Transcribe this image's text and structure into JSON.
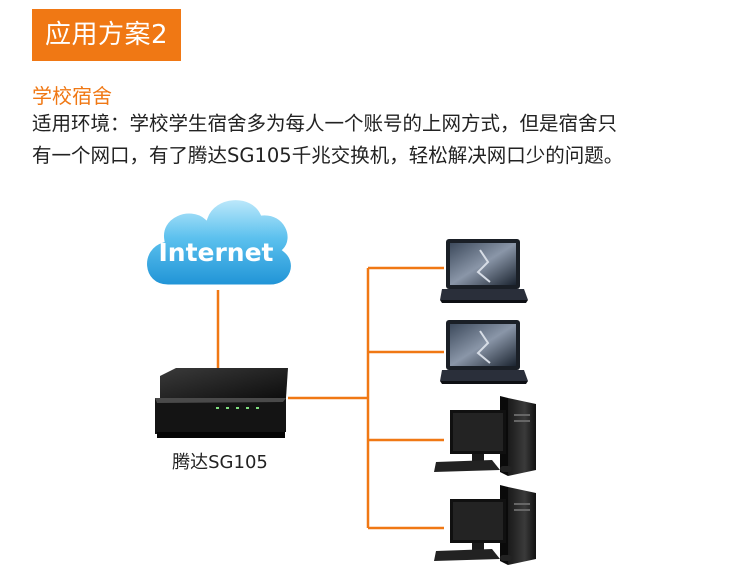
{
  "header": {
    "title": "应用方案2"
  },
  "scenario": {
    "heading": "学校宿舍",
    "description_lines": [
      "适用环境：学校学生宿舍多为每人一个账号的上网方式，但是宿舍只",
      "有一个网口，有了腾达SG105千兆交换机，轻松解决网口少的问题。"
    ]
  },
  "diagram": {
    "cloud_label": "Internet",
    "switch_label": "腾达SG105",
    "line_color": "#f07814",
    "accent_color": "#f07814",
    "devices": [
      {
        "type": "laptop-icon"
      },
      {
        "type": "laptop-icon"
      },
      {
        "type": "desktop-computer-icon"
      },
      {
        "type": "desktop-computer-icon"
      }
    ]
  }
}
